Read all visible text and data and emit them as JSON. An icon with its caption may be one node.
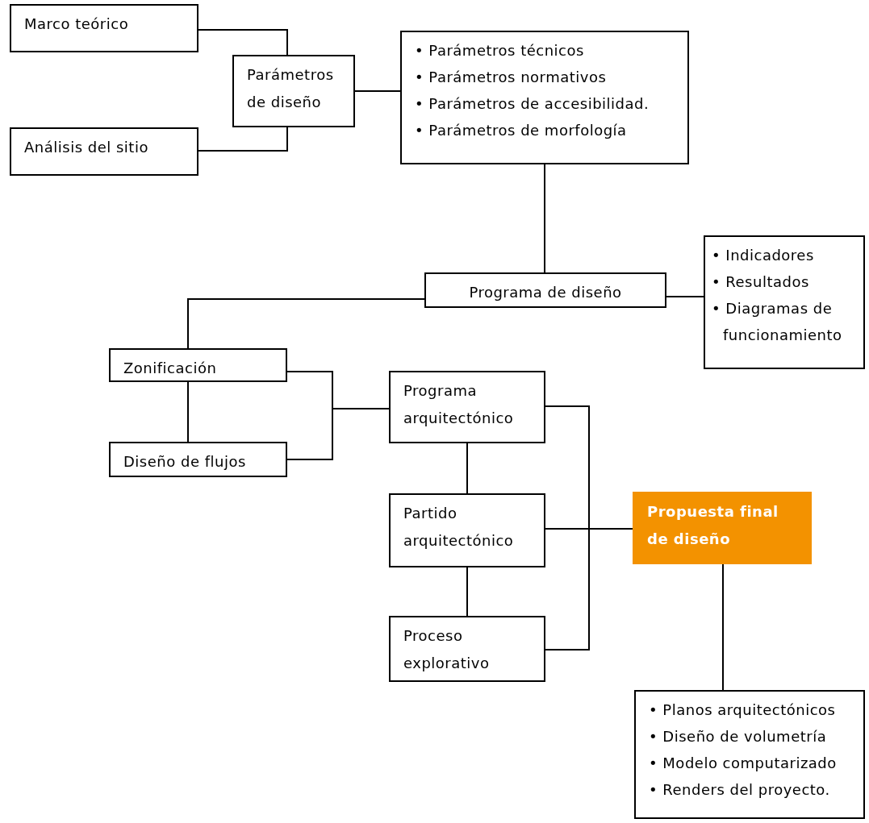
{
  "diagram": {
    "nodes": [
      {
        "text": [
          "Marco teórico"
        ]
      },
      {
        "text": [
          "Parámetros de diseño"
        ]
      },
      {
        "text": [
          "Análisis del sitio"
        ]
      },
      {
        "text": [
          "• Parámetros técnicos",
          "• Parámetros normativos",
          "• Parámetros de accesibilidad.",
          "• Parámetros de morfología"
        ]
      },
      {
        "text": [
          "Programa de diseño"
        ]
      },
      {
        "text": [
          "• Indicadores",
          "• Resultados",
          "• Diagramas de funcionamiento"
        ]
      },
      {
        "text": [
          "Zonificación"
        ]
      },
      {
        "text": [
          "Diseño de flujos"
        ]
      },
      {
        "text": [
          "Programa arquitectónico"
        ]
      },
      {
        "text": [
          "Partido arquitectónico"
        ]
      },
      {
        "text": [
          "Proceso explorativo"
        ]
      },
      {
        "text": [
          "Propuesta final de diseño"
        ]
      },
      {
        "text": [
          "• Planos arquitectónicos",
          "• Diseño de volumetría",
          "• Modelo computarizado",
          "• Renders del proyecto."
        ]
      }
    ],
    "edges": [
      {
        "from": 0,
        "to": 1,
        "arrow": "none"
      },
      {
        "from": 2,
        "to": 1,
        "arrow": "none"
      },
      {
        "from": 1,
        "to": 3,
        "arrow": "none"
      },
      {
        "from": 3,
        "to": 4,
        "arrow": "none"
      },
      {
        "from": 4,
        "to": 5,
        "arrow": "none"
      },
      {
        "from": 4,
        "to": 6,
        "arrow": "none"
      },
      {
        "from": 6,
        "to": 7,
        "arrow": "none"
      },
      {
        "from": 6,
        "to": 8,
        "arrow": "none"
      },
      {
        "from": 7,
        "to": 8,
        "arrow": "none"
      },
      {
        "from": 8,
        "to": 9,
        "arrow": "none"
      },
      {
        "from": 9,
        "to": 10,
        "arrow": "none"
      },
      {
        "from": 8,
        "to": 11,
        "arrow": "none"
      },
      {
        "from": 9,
        "to": 11,
        "arrow": "none"
      },
      {
        "from": 10,
        "to": 11,
        "arrow": "none"
      },
      {
        "from": 11,
        "to": 12,
        "arrow": "none"
      }
    ]
  }
}
